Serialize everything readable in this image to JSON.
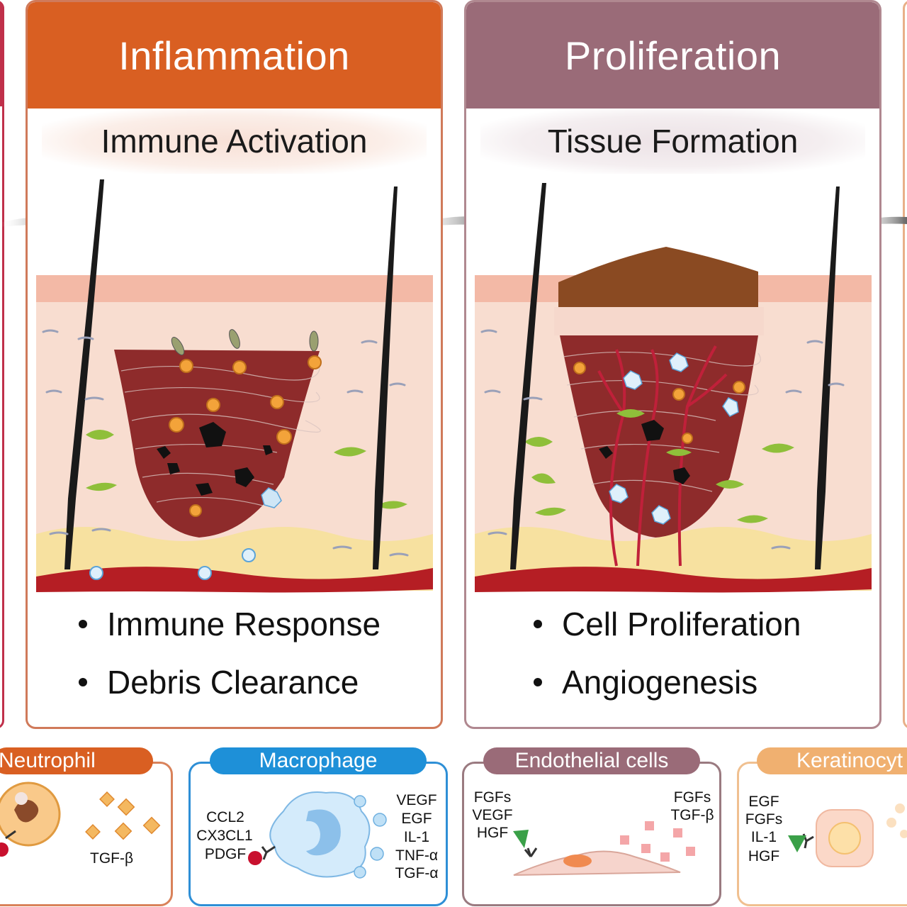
{
  "colors": {
    "inflammation": "#d95f22",
    "proliferation": "#9a6b78",
    "neutrophil": "#d95f22",
    "macrophage": "#1e90d8",
    "endothelial": "#9a6b78",
    "keratinocyte": "#f0b070"
  },
  "stages": [
    {
      "title": "Inflammation",
      "subtitle": "Immune Activation",
      "bullets": [
        "Immune Response",
        "Debris Clearance"
      ]
    },
    {
      "title": "Proliferation",
      "subtitle": "Tissue Formation",
      "bullets": [
        "Cell Proliferation",
        "Angiogenesis"
      ]
    }
  ],
  "cells": {
    "neutrophil": {
      "label": "Neutrophil",
      "factors": [
        "TGF-β"
      ]
    },
    "macrophage": {
      "label": "Macrophage",
      "left_factors": [
        "CCL2",
        "CX3CL1",
        "PDGF"
      ],
      "right_factors": [
        "VEGF",
        "EGF",
        "IL-1",
        "TNF-α",
        "TGF-α"
      ]
    },
    "endothelial": {
      "label": "Endothelial cells",
      "left_factors": [
        "FGFs",
        "VEGF",
        "HGF"
      ],
      "right_factors": [
        "FGFs",
        "TGF-β"
      ]
    },
    "keratinocyte": {
      "label": "Keratinocyt",
      "factors": [
        "EGF",
        "FGFs",
        "IL-1",
        "HGF"
      ]
    }
  }
}
